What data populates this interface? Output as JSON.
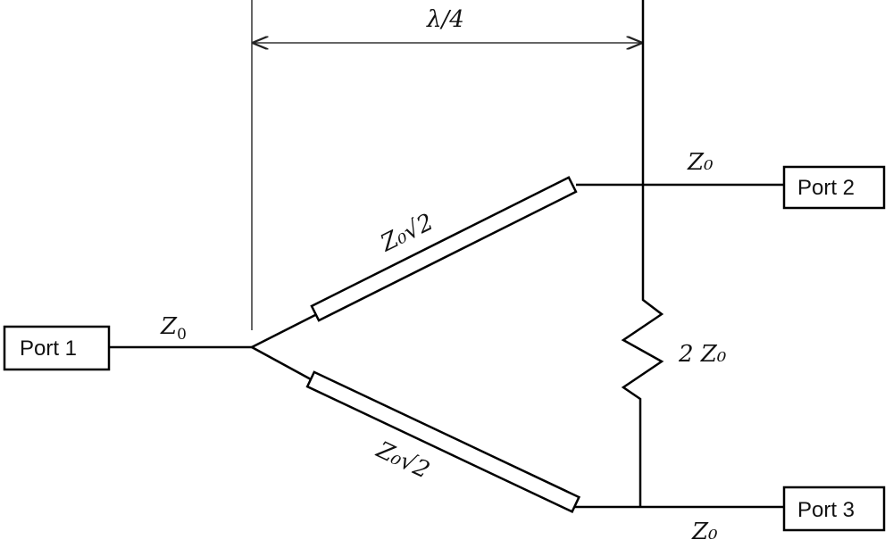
{
  "ports": {
    "port1": "Port 1",
    "port2": "Port 2",
    "port3": "Port 3"
  },
  "labels": {
    "wavelength": "λ/4",
    "z0_in": "Z",
    "z0_sub": "0",
    "branch_upper": "Z₀√2",
    "branch_lower": "Z₀√2",
    "resistor": "2 Z₀",
    "z0_port2": "Z₀",
    "z0_port3": "Z₀"
  },
  "colors": {
    "stroke": "#000000",
    "dimension": "#333333"
  }
}
